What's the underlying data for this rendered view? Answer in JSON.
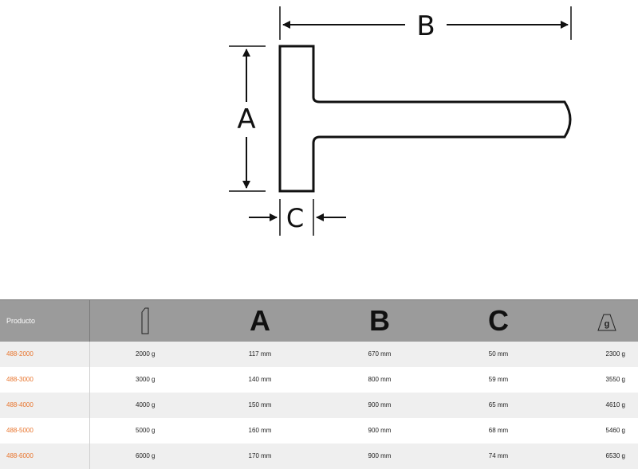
{
  "diagram": {
    "label_a": "A",
    "label_b": "B",
    "label_c": "C"
  },
  "table": {
    "header": {
      "product": "Producto",
      "head_weight_icon": "hammer-head-icon",
      "col_a": "A",
      "col_b": "B",
      "col_c": "C",
      "total_weight_icon": "weight-icon",
      "total_weight_symbol": "g"
    },
    "rows": [
      {
        "product": "488-2000",
        "head_weight": "2000 g",
        "a": "117 mm",
        "b": "670 mm",
        "c": "50 mm",
        "weight": "2300 g"
      },
      {
        "product": "488-3000",
        "head_weight": "3000 g",
        "a": "140 mm",
        "b": "800 mm",
        "c": "59 mm",
        "weight": "3550 g"
      },
      {
        "product": "488-4000",
        "head_weight": "4000 g",
        "a": "150 mm",
        "b": "900 mm",
        "c": "65 mm",
        "weight": "4610 g"
      },
      {
        "product": "488-5000",
        "head_weight": "5000 g",
        "a": "160 mm",
        "b": "900 mm",
        "c": "68 mm",
        "weight": "5460 g"
      },
      {
        "product": "488-6000",
        "head_weight": "6000 g",
        "a": "170 mm",
        "b": "900 mm",
        "c": "74 mm",
        "weight": "6530 g"
      }
    ]
  },
  "colors": {
    "product_code": "#e8742c",
    "header_bg": "#9b9b9b",
    "stripe": "#efefef"
  }
}
